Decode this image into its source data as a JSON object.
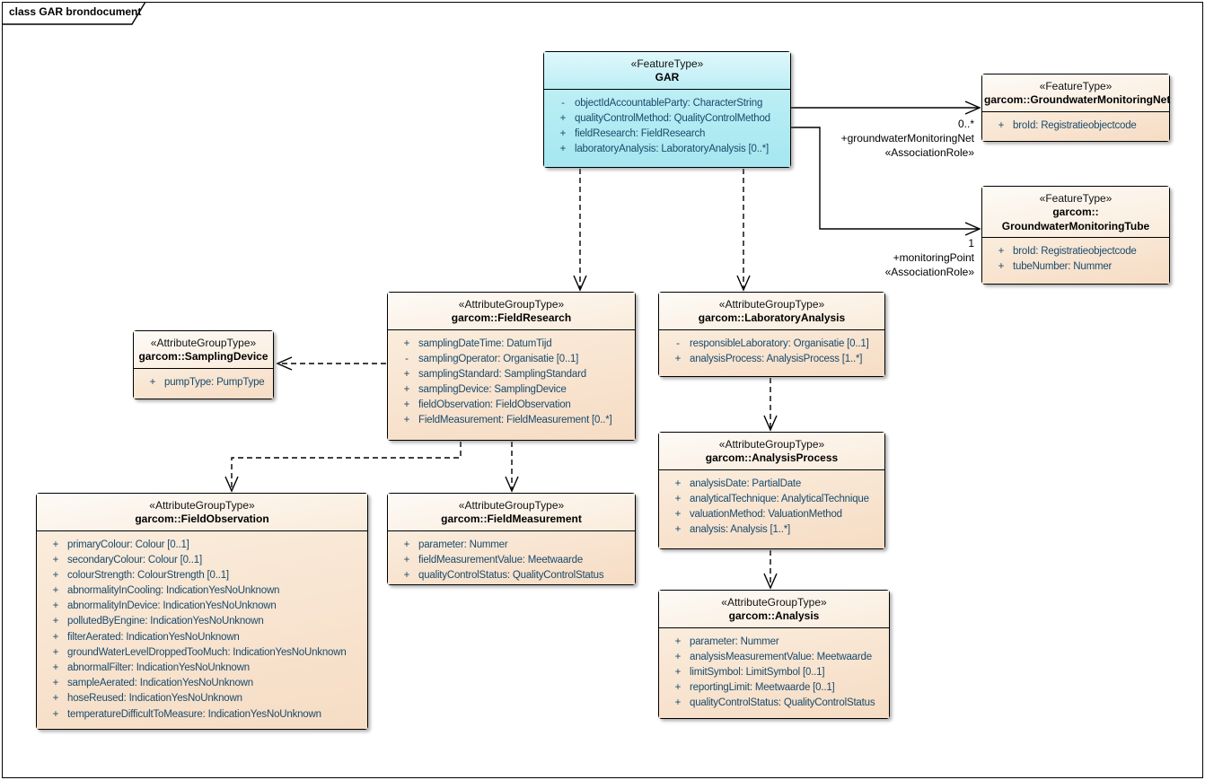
{
  "frame": {
    "title": "class GAR brondocument"
  },
  "colors": {
    "feature_fill_light": "#DFF8FB",
    "feature_fill_mid": "#BCEEF5",
    "feature_fill_dark": "#A5E7F0",
    "group_fill_light": "#FDFAF6",
    "group_fill_mid": "#FAECDC",
    "group_fill_dark": "#F6DCC4",
    "attr_text": "#1A4A6B",
    "line_color": "#000000"
  },
  "classes": [
    {
      "id": "gar",
      "stereotype": "«FeatureType»",
      "name": "GAR",
      "attributes": [
        {
          "vis": "-",
          "text": "objectIdAccountableParty: CharacterString"
        },
        {
          "vis": "+",
          "text": "qualityControlMethod: QualityControlMethod"
        },
        {
          "vis": "+",
          "text": "fieldResearch: FieldResearch"
        },
        {
          "vis": "+",
          "text": "laboratoryAnalysis: LaboratoryAnalysis [0..*]"
        }
      ]
    },
    {
      "id": "groundwatermonitoringnet",
      "stereotype": "«FeatureType»",
      "name": "garcom::GroundwaterMonitoringNet",
      "attributes": [
        {
          "vis": "+",
          "text": "broId: Registratieobjectcode"
        }
      ]
    },
    {
      "id": "groundwatermonitoringtube",
      "stereotype": "«FeatureType»",
      "name": "garcom::\nGroundwaterMonitoringTube",
      "attributes": [
        {
          "vis": "+",
          "text": "broId: Registratieobjectcode"
        },
        {
          "vis": "+",
          "text": "tubeNumber: Nummer"
        }
      ]
    },
    {
      "id": "fieldresearch",
      "stereotype": "«AttributeGroupType»",
      "name": "garcom::FieldResearch",
      "attributes": [
        {
          "vis": "+",
          "text": "samplingDateTime: DatumTijd"
        },
        {
          "vis": "-",
          "text": "samplingOperator: Organisatie [0..1]"
        },
        {
          "vis": "+",
          "text": "samplingStandard: SamplingStandard"
        },
        {
          "vis": "+",
          "text": "samplingDevice: SamplingDevice"
        },
        {
          "vis": "+",
          "text": "fieldObservation: FieldObservation"
        },
        {
          "vis": "+",
          "text": "FieldMeasurement: FieldMeasurement [0..*]"
        }
      ]
    },
    {
      "id": "laboratoryanalysis",
      "stereotype": "«AttributeGroupType»",
      "name": "garcom::LaboratoryAnalysis",
      "attributes": [
        {
          "vis": "-",
          "text": "responsibleLaboratory: Organisatie [0..1]"
        },
        {
          "vis": "+",
          "text": "analysisProcess: AnalysisProcess [1..*]"
        }
      ]
    },
    {
      "id": "samplingdevice",
      "stereotype": "«AttributeGroupType»",
      "name": "garcom::SamplingDevice",
      "attributes": [
        {
          "vis": "+",
          "text": "pumpType: PumpType"
        }
      ]
    },
    {
      "id": "fieldobservation",
      "stereotype": "«AttributeGroupType»",
      "name": "garcom::FieldObservation",
      "attributes": [
        {
          "vis": "+",
          "text": "primaryColour: Colour [0..1]"
        },
        {
          "vis": "+",
          "text": "secondaryColour: Colour [0..1]"
        },
        {
          "vis": "+",
          "text": "colourStrength: ColourStrength [0..1]"
        },
        {
          "vis": "+",
          "text": "abnormalityInCooling: IndicationYesNoUnknown"
        },
        {
          "vis": "+",
          "text": "abnormalityInDevice: IndicationYesNoUnknown"
        },
        {
          "vis": "+",
          "text": "pollutedByEngine: IndicationYesNoUnknown"
        },
        {
          "vis": "+",
          "text": "filterAerated: IndicationYesNoUnknown"
        },
        {
          "vis": "+",
          "text": "groundWaterLevelDroppedTooMuch: IndicationYesNoUnknown"
        },
        {
          "vis": "+",
          "text": "abnormalFilter: IndicationYesNoUnknown"
        },
        {
          "vis": "+",
          "text": "sampleAerated: IndicationYesNoUnknown"
        },
        {
          "vis": "+",
          "text": "hoseReused: IndicationYesNoUnknown"
        },
        {
          "vis": "+",
          "text": "temperatureDifficultToMeasure: IndicationYesNoUnknown"
        }
      ]
    },
    {
      "id": "fieldmeasurement",
      "stereotype": "«AttributeGroupType»",
      "name": "garcom::FieldMeasurement",
      "attributes": [
        {
          "vis": "+",
          "text": "parameter: Nummer"
        },
        {
          "vis": "+",
          "text": "fieldMeasurementValue: Meetwaarde"
        },
        {
          "vis": "+",
          "text": "qualityControlStatus: QualityControlStatus"
        }
      ]
    },
    {
      "id": "analysisprocess",
      "stereotype": "«AttributeGroupType»",
      "name": "garcom::AnalysisProcess",
      "attributes": [
        {
          "vis": "+",
          "text": "analysisDate: PartialDate"
        },
        {
          "vis": "+",
          "text": "analyticalTechnique: AnalyticalTechnique"
        },
        {
          "vis": "+",
          "text": "valuationMethod: ValuationMethod"
        },
        {
          "vis": "+",
          "text": "analysis: Analysis [1..*]"
        }
      ]
    },
    {
      "id": "analysis",
      "stereotype": "«AttributeGroupType»",
      "name": "garcom::Analysis",
      "attributes": [
        {
          "vis": "+",
          "text": "parameter: Nummer"
        },
        {
          "vis": "+",
          "text": "analysisMeasurementValue: Meetwaarde"
        },
        {
          "vis": "+",
          "text": "limitSymbol: LimitSymbol [0..1]"
        },
        {
          "vis": "+",
          "text": "reportingLimit: Meetwaarde [0..1]"
        },
        {
          "vis": "+",
          "text": "qualityControlStatus: QualityControlStatus"
        }
      ]
    }
  ],
  "association_labels": {
    "net": {
      "multiplicity": "0..*",
      "role": "+groundwaterMonitoringNet",
      "stereotype": "«AssociationRole»"
    },
    "tube": {
      "multiplicity": "1",
      "role": "+monitoringPoint",
      "stereotype": "«AssociationRole»"
    }
  }
}
